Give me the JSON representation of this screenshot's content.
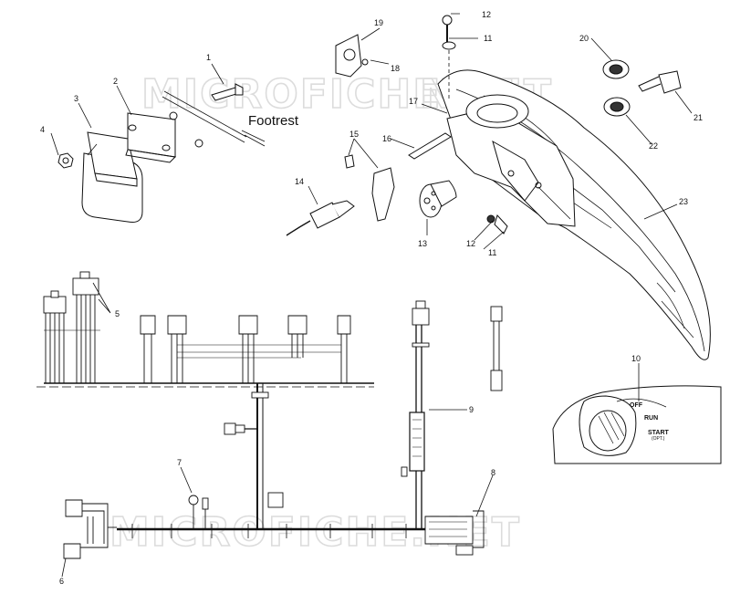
{
  "watermark": "MICROFICHE.NET",
  "labels": {
    "footrest": "Footrest",
    "ignition_positions": {
      "off": "OFF",
      "run": "RUN",
      "start": "START",
      "start_sub": "(OPT.)"
    }
  },
  "callouts": {
    "c1": "1",
    "c2": "2",
    "c3": "3",
    "c4": "4",
    "c5": "5",
    "c6": "6",
    "c7": "7",
    "c8": "8",
    "c9": "9",
    "c10": "10",
    "c11a": "11",
    "c11b": "11",
    "c12a": "12",
    "c12b": "12",
    "c13": "13",
    "c14": "14",
    "c15": "15",
    "c16": "16",
    "c17": "17",
    "c18": "18",
    "c19": "19",
    "c20": "20",
    "c21": "21",
    "c22": "22",
    "c23": "23"
  }
}
